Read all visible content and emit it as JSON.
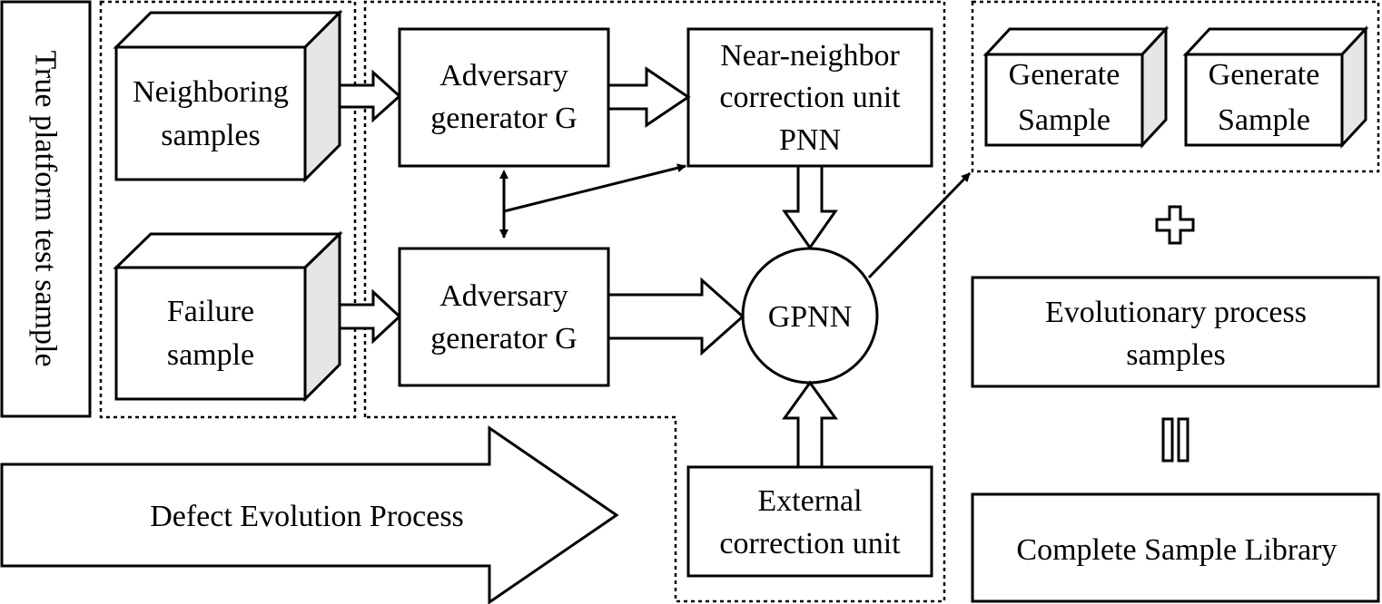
{
  "diagram": {
    "left_label": "True platform test sample",
    "neighboring": [
      "Neighboring",
      "samples"
    ],
    "failure": [
      "Failure",
      "sample"
    ],
    "adversary_top": [
      "Adversary",
      "generator G"
    ],
    "adversary_bottom": [
      "Adversary",
      "generator G"
    ],
    "pnn": [
      "Near-neighbor",
      "correction unit",
      "PNN"
    ],
    "gpnn": "GPNN",
    "external": [
      "External",
      "correction unit"
    ],
    "generate_1": [
      "Generate",
      "Sample"
    ],
    "generate_2": [
      "Generate",
      "Sample"
    ],
    "evolutionary": [
      "Evolutionary process",
      "samples"
    ],
    "library": "Complete Sample Library",
    "process_arrow": "Defect Evolution Process"
  }
}
